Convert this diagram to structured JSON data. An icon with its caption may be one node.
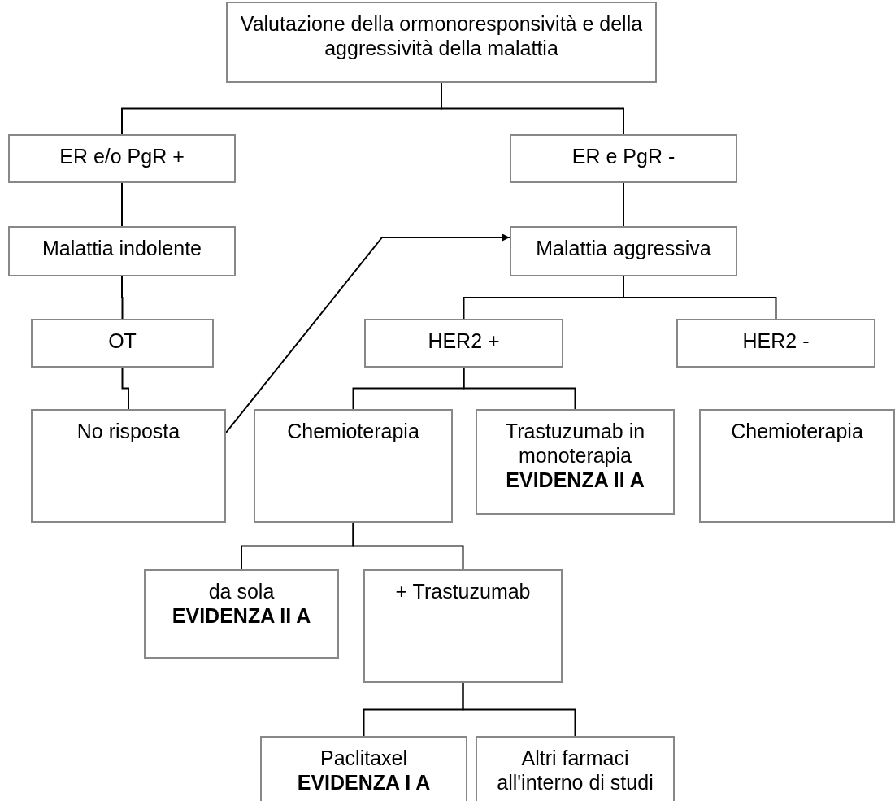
{
  "diagram": {
    "nodes": [
      {
        "text": [
          "Valutazione della ormonoresponsività e della aggressività della malattia"
        ]
      },
      {
        "text": [
          "ER e/o PgR +"
        ]
      },
      {
        "text": [
          "ER e PgR -"
        ]
      },
      {
        "text": [
          "Malattia indolente"
        ]
      },
      {
        "text": [
          "Malattia aggressiva"
        ]
      },
      {
        "text": [
          "OT"
        ]
      },
      {
        "text": [
          "HER2 +"
        ]
      },
      {
        "text": [
          "HER2 -"
        ]
      },
      {
        "text": [
          "No risposta"
        ]
      },
      {
        "text": [
          "Chemioterapia"
        ]
      },
      {
        "text": [
          "Trastuzumab in monoterapia",
          "EVIDENZA II A"
        ]
      },
      {
        "text": [
          "Chemioterapia"
        ]
      },
      {
        "text": [
          "da sola",
          "EVIDENZA II A"
        ]
      },
      {
        "text": [
          "+ Trastuzumab"
        ]
      },
      {
        "text": [
          "Paclitaxel",
          "EVIDENZA I A"
        ]
      },
      {
        "text": [
          "Altri farmaci all'interno di studi"
        ]
      }
    ],
    "edges": [
      {
        "from": 0,
        "to": 1,
        "arrow": "none"
      },
      {
        "from": 0,
        "to": 2,
        "arrow": "none"
      },
      {
        "from": 1,
        "to": 3,
        "arrow": "none"
      },
      {
        "from": 3,
        "to": 5,
        "arrow": "none"
      },
      {
        "from": 5,
        "to": 8,
        "arrow": "none"
      },
      {
        "from": 2,
        "to": 4,
        "arrow": "none"
      },
      {
        "from": 4,
        "to": 6,
        "arrow": "none"
      },
      {
        "from": 4,
        "to": 7,
        "arrow": "none"
      },
      {
        "from": 6,
        "to": 9,
        "arrow": "none"
      },
      {
        "from": 6,
        "to": 10,
        "arrow": "none"
      },
      {
        "from": 9,
        "to": 12,
        "arrow": "none"
      },
      {
        "from": 9,
        "to": 13,
        "arrow": "none"
      },
      {
        "from": 13,
        "to": 14,
        "arrow": "none"
      },
      {
        "from": 13,
        "to": 15,
        "arrow": "none"
      },
      {
        "from": 8,
        "to": 4,
        "arrow": "to"
      }
    ]
  }
}
